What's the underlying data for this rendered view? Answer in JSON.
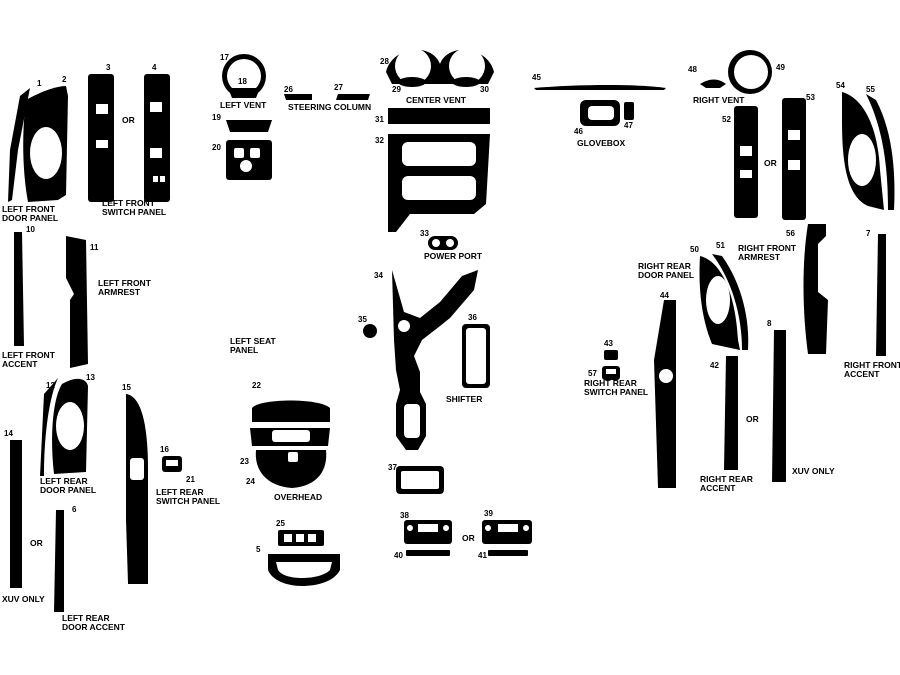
{
  "numbers": [
    "1",
    "2",
    "3",
    "4",
    "5",
    "6",
    "7",
    "8",
    "10",
    "11",
    "12",
    "13",
    "14",
    "15",
    "16",
    "17",
    "18",
    "19",
    "20",
    "21",
    "22",
    "23",
    "24",
    "25",
    "26",
    "27",
    "28",
    "29",
    "30",
    "31",
    "32",
    "33",
    "34",
    "35",
    "36",
    "37",
    "38",
    "39",
    "40",
    "41",
    "42",
    "43",
    "44",
    "45",
    "46",
    "47",
    "48",
    "49",
    "50",
    "51",
    "52",
    "53",
    "54",
    "55",
    "56",
    "57"
  ],
  "captions": {
    "left_front_door_panel": [
      "LEFT FRONT",
      "DOOR PANEL"
    ],
    "left_front_switch_panel": [
      "LEFT FRONT",
      "SWITCH PANEL"
    ],
    "left_vent": "LEFT VENT",
    "steering_column": "STEERING COLUMN",
    "center_vent": "CENTER VENT",
    "glovebox": "GLOVEBOX",
    "right_vent": "RIGHT VENT",
    "left_front_armrest": [
      "LEFT FRONT",
      "ARMREST"
    ],
    "left_front_accent": [
      "LEFT FRONT",
      "ACCENT"
    ],
    "left_seat_panel": [
      "LEFT SEAT",
      "PANEL"
    ],
    "power_port": "POWER PORT",
    "right_rear_door_panel": [
      "RIGHT REAR",
      "DOOR PANEL"
    ],
    "right_front_armrest": [
      "RIGHT FRONT",
      "ARMREST"
    ],
    "right_front_accent": [
      "RIGHT FRONT",
      "ACCENT"
    ],
    "right_rear_switch_panel": [
      "RIGHT REAR",
      "SWITCH PANEL"
    ],
    "shifter": "SHIFTER",
    "left_rear_door_panel": [
      "LEFT REAR",
      "DOOR PANEL"
    ],
    "left_rear_switch_panel": [
      "LEFT REAR",
      "SWITCH PANEL"
    ],
    "overhead": "OVERHEAD",
    "right_rear_accent": [
      "RIGHT REAR",
      "ACCENT"
    ],
    "xuv_only_right": "XUV ONLY",
    "xuv_only_left": "XUV ONLY",
    "left_rear_door_accent": [
      "LEFT REAR",
      "DOOR ACCENT"
    ],
    "or": "OR"
  }
}
